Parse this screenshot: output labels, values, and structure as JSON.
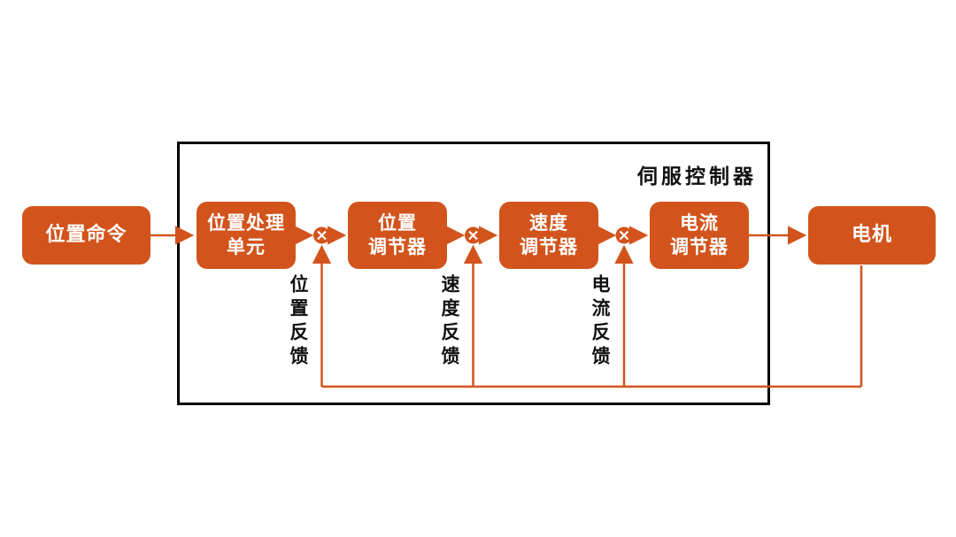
{
  "title": "伺服控制器",
  "colors": {
    "accent": "#d2541c",
    "text": "#111111",
    "frame": "#000000",
    "node_text": "#ffffff"
  },
  "nodes": {
    "position_command": "位置命令",
    "position_unit": "位置处理\n单元",
    "position_regulator": "位置\n调节器",
    "speed_regulator": "速度\n调节器",
    "current_regulator": "电流\n调节器",
    "motor": "电机"
  },
  "feedback": {
    "position": "位置反馈",
    "speed": "速度反馈",
    "current": "电流反馈"
  }
}
